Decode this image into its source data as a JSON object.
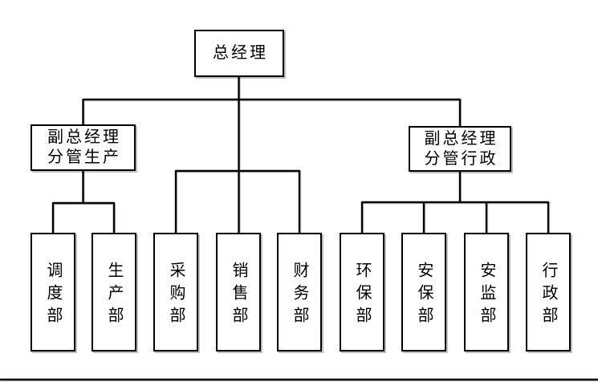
{
  "org": {
    "root": {
      "label": "总经理"
    },
    "vp_production": {
      "line1": "副总经理",
      "line2": "分管生产",
      "reports_to": "root"
    },
    "vp_admin": {
      "line1": "副总经理",
      "line2": "分管行政",
      "reports_to": "root"
    },
    "departments": [
      {
        "label": "调度部",
        "parent": "vp_production"
      },
      {
        "label": "生产部",
        "parent": "vp_production"
      },
      {
        "label": "采购部",
        "parent": "root"
      },
      {
        "label": "销售部",
        "parent": "root"
      },
      {
        "label": "财务部",
        "parent": "root"
      },
      {
        "label": "环保部",
        "parent": "vp_admin"
      },
      {
        "label": "安保部",
        "parent": "vp_admin"
      },
      {
        "label": "安监部",
        "parent": "vp_admin"
      },
      {
        "label": "行政部",
        "parent": "vp_admin"
      }
    ]
  },
  "colors": {
    "background": "#ffffff",
    "box_border": "#000000",
    "connector": "#000000",
    "shadow": "#bfbfbf",
    "text": "#000000"
  }
}
